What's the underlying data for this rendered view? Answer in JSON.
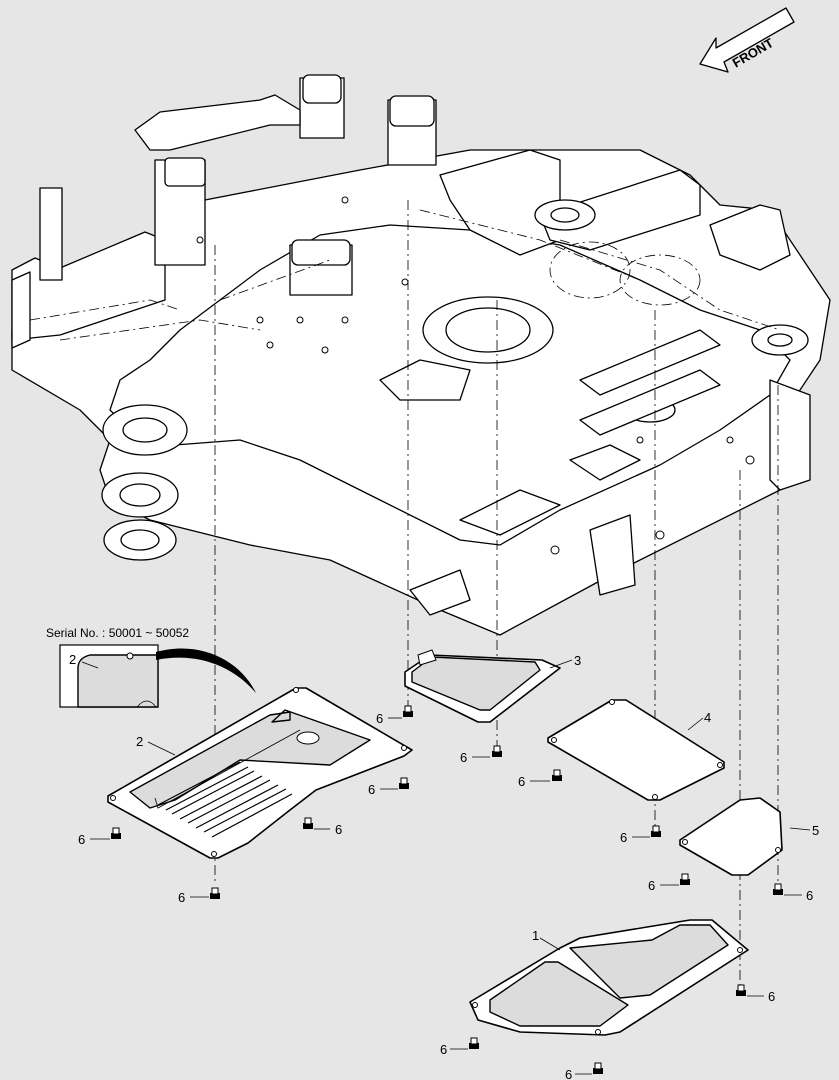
{
  "direction_label": "FRONT",
  "serial_note": "Serial No. : 50001 ~ 50052",
  "parts": {
    "p1": "1",
    "p2": "2",
    "p2_inset": "2",
    "p3": "3",
    "p4": "4",
    "p5": "5",
    "bolt": "6"
  }
}
